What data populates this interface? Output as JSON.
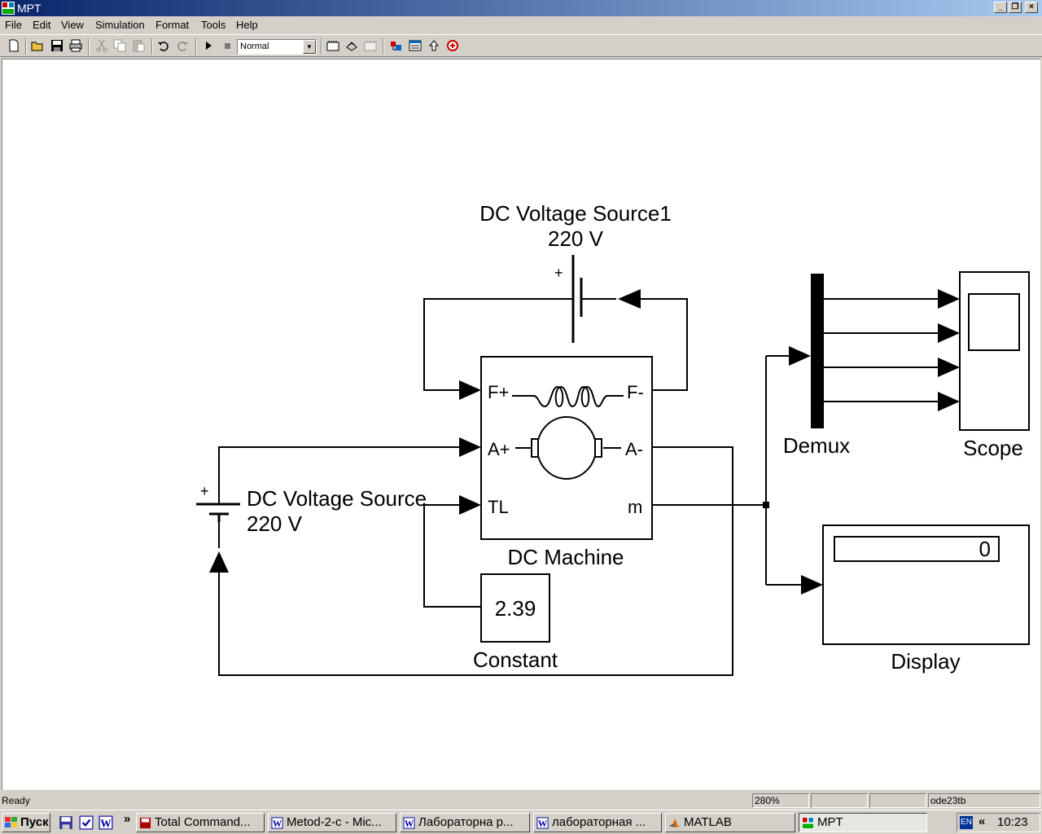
{
  "window": {
    "title": "MPT"
  },
  "menu": [
    "File",
    "Edit",
    "View",
    "Simulation",
    "Format",
    "Tools",
    "Help"
  ],
  "toolbar": {
    "sim_mode": "Normal",
    "icons": [
      "new-icon",
      "open-icon",
      "save-icon",
      "print-icon",
      "cut-icon",
      "copy-icon",
      "paste-icon",
      "undo-icon",
      "redo-icon",
      "play-icon",
      "stop-icon",
      "library-icon",
      "build-icon",
      "refresh-icon",
      "debug-icon",
      "explorer-icon",
      "parent-icon",
      "signal-icon"
    ]
  },
  "diagram": {
    "dc_source1": {
      "name": "DC Voltage Source1",
      "value": "220 V",
      "plus": "+"
    },
    "dc_source": {
      "name": "DC Voltage Source",
      "value": "220 V",
      "plus": "+"
    },
    "machine": {
      "name": "DC Machine",
      "ports": {
        "fplus": "F+",
        "fminus": "F-",
        "aplus": "A+",
        "aminus": "A-",
        "tl": "TL",
        "m": "m"
      }
    },
    "constant": {
      "name": "Constant",
      "value": "2.39"
    },
    "demux": {
      "name": "Demux"
    },
    "scope": {
      "name": "Scope"
    },
    "display": {
      "name": "Display",
      "value": "0"
    }
  },
  "status": {
    "state": "Ready",
    "zoom": "280%",
    "solver": "ode23tb"
  },
  "taskbar": {
    "start": "Пуск",
    "more": "»",
    "tasks": [
      "Total Command...",
      "Metod-2-c - Mic...",
      "Лабораторна р...",
      "лабораторная ...",
      "MATLAB",
      "MPT"
    ],
    "tray_lang": "EN",
    "tray_chevron": "«",
    "clock": "10:23"
  },
  "colors": {
    "title_start": "#0a246a",
    "title_end": "#a6caf0",
    "chrome": "#d4d0c8"
  }
}
